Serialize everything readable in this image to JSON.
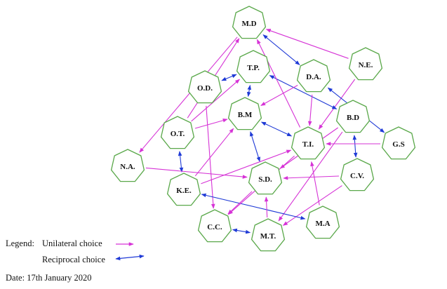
{
  "colors": {
    "unilateral": "#d633d6",
    "reciprocal": "#1f3ad6",
    "node_stroke": "#5aa84a",
    "node_fill": "#ffffff",
    "text": "#111111"
  },
  "nodes": [
    {
      "id": "MD",
      "label": "M.D"
    },
    {
      "id": "TP",
      "label": "T.P."
    },
    {
      "id": "DA",
      "label": "D.A."
    },
    {
      "id": "NE",
      "label": "N.E."
    },
    {
      "id": "OD",
      "label": "O.D."
    },
    {
      "id": "BM",
      "label": "B.M"
    },
    {
      "id": "BD",
      "label": "B.D"
    },
    {
      "id": "OT",
      "label": "O.T."
    },
    {
      "id": "TI",
      "label": "T.I."
    },
    {
      "id": "GS",
      "label": "G.S"
    },
    {
      "id": "NA",
      "label": "N.A."
    },
    {
      "id": "SD",
      "label": "S.D."
    },
    {
      "id": "CV",
      "label": "C.V."
    },
    {
      "id": "KE",
      "label": "K.E."
    },
    {
      "id": "MA",
      "label": "M.A"
    },
    {
      "id": "CC",
      "label": "C.C."
    },
    {
      "id": "MT",
      "label": "M.T."
    }
  ],
  "edges": [
    {
      "from": "NE",
      "to": "MD",
      "type": "unilateral"
    },
    {
      "from": "MD",
      "to": "DA",
      "type": "reciprocal"
    },
    {
      "from": "NE",
      "to": "TI",
      "type": "unilateral"
    },
    {
      "from": "GS",
      "to": "DA",
      "type": "reciprocal"
    },
    {
      "from": "OD",
      "to": "TP",
      "type": "reciprocal"
    },
    {
      "from": "TP",
      "to": "BD",
      "type": "reciprocal"
    },
    {
      "from": "DA",
      "to": "BM",
      "type": "unilateral"
    },
    {
      "from": "DA",
      "to": "TI",
      "type": "unilateral"
    },
    {
      "from": "TP",
      "to": "BM",
      "type": "reciprocal"
    },
    {
      "from": "OT",
      "to": "MD",
      "type": "unilateral"
    },
    {
      "from": "OT",
      "to": "TP",
      "type": "unilateral"
    },
    {
      "from": "MD",
      "to": "NA",
      "type": "unilateral"
    },
    {
      "from": "OD",
      "to": "CC",
      "type": "unilateral"
    },
    {
      "from": "TI",
      "to": "MD",
      "type": "unilateral"
    },
    {
      "from": "BM",
      "to": "TI",
      "type": "reciprocal"
    },
    {
      "from": "OT",
      "to": "BM",
      "type": "unilateral"
    },
    {
      "from": "BM",
      "to": "SD",
      "type": "reciprocal"
    },
    {
      "from": "OT",
      "to": "KE",
      "type": "reciprocal"
    },
    {
      "from": "NA",
      "to": "SD",
      "type": "unilateral"
    },
    {
      "from": "KE",
      "to": "BM",
      "type": "unilateral"
    },
    {
      "from": "KE",
      "to": "TI",
      "type": "unilateral"
    },
    {
      "from": "BD",
      "to": "SD",
      "type": "unilateral"
    },
    {
      "from": "BD",
      "to": "CV",
      "type": "reciprocal"
    },
    {
      "from": "GS",
      "to": "TI",
      "type": "unilateral"
    },
    {
      "from": "BD",
      "to": "MT",
      "type": "unilateral"
    },
    {
      "from": "CV",
      "to": "SD",
      "type": "unilateral"
    },
    {
      "from": "CV",
      "to": "MT",
      "type": "unilateral"
    },
    {
      "from": "MA",
      "to": "TI",
      "type": "unilateral"
    },
    {
      "from": "MA",
      "to": "KE",
      "type": "reciprocal"
    },
    {
      "from": "TI",
      "to": "CC",
      "type": "unilateral"
    },
    {
      "from": "SD",
      "to": "CC",
      "type": "unilateral"
    },
    {
      "from": "MT",
      "to": "SD",
      "type": "unilateral"
    },
    {
      "from": "CC",
      "to": "MT",
      "type": "reciprocal"
    }
  ],
  "legend": {
    "title": "Legend:",
    "unilateral_label": "Unilateral choice",
    "reciprocal_label": "Reciprocal choice"
  },
  "date_text": "Date: 17th January 2020"
}
